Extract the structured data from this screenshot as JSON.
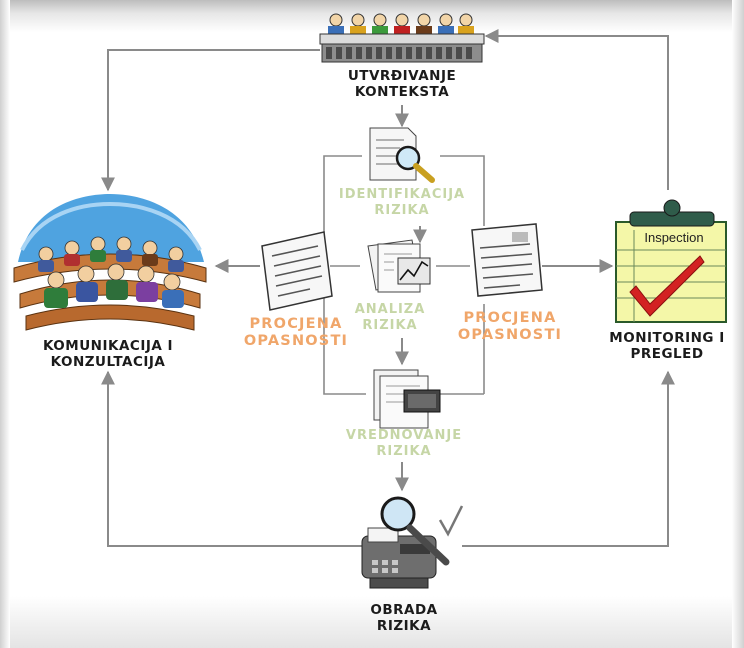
{
  "diagram": {
    "nodes": {
      "context": {
        "lines": [
          "UTVRĐIVANJE",
          "KONTEKSTA"
        ],
        "icon": "jury-panel-icon"
      },
      "communication": {
        "lines": [
          "KOMUNIKACIJA I",
          "KONZULTACIJA"
        ],
        "icon": "audience-icon"
      },
      "monitoring": {
        "lines": [
          "MONITORING I",
          "PREGLED"
        ],
        "icon": "clipboard-inspection-icon",
        "clipboard_text": "Inspection"
      },
      "identification": {
        "lines": [
          "IDENTIFIKACIJA",
          "RIZIKA"
        ],
        "icon": "magnifier-document-icon"
      },
      "analysis": {
        "lines": [
          "ANALIZA",
          "RIZIKA"
        ],
        "icon": "chart-documents-icon"
      },
      "evaluation": {
        "lines": [
          "VREDNOVANJE",
          "RIZIKA"
        ],
        "icon": "document-monitor-icon"
      },
      "treatment": {
        "lines": [
          "OBRADA",
          "RIZIKA"
        ],
        "icon": "fax-magnifier-icon"
      },
      "hazard_left": {
        "lines": [
          "PROCJENA",
          "OPASNOSTI"
        ],
        "icon": "document-icon"
      },
      "hazard_right": {
        "lines": [
          "PROCJENA",
          "OPASNOSTI"
        ],
        "icon": "document-icon"
      }
    },
    "colors": {
      "arrow": "#8a8a8a",
      "dark_text": "#1b1b1b",
      "green_text": "#c6d6a6",
      "orange_text": "#f0a66a",
      "clipboard_fill": "#f4f7a8",
      "check": "#d32222"
    }
  }
}
